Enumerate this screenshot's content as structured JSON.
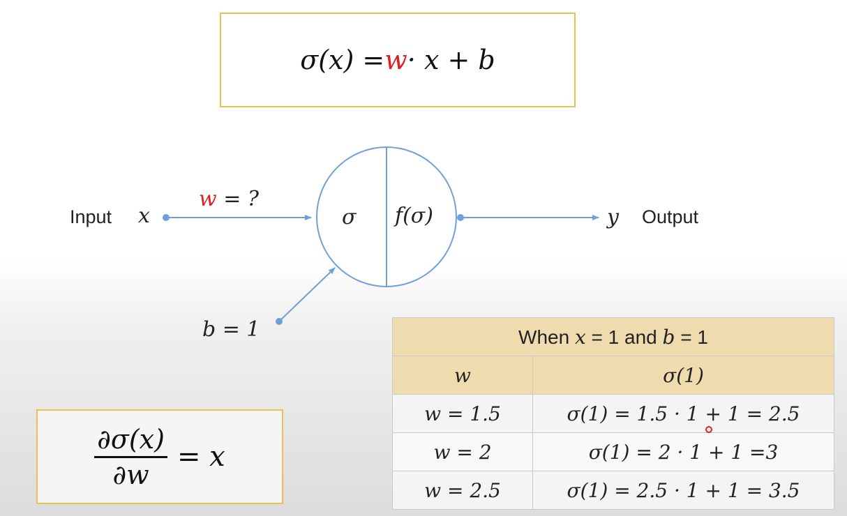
{
  "top_formula": {
    "lhs": "σ(x) = ",
    "w": "w",
    "rhs": " · x + b"
  },
  "diagram": {
    "input_label": "Input",
    "input_var": "x",
    "weight_var": "w",
    "weight_value": " = ?",
    "bias_label": "b = 1",
    "sum_symbol": "σ",
    "activation": "f(σ)",
    "output_var": "y",
    "output_label": "Output",
    "line_color": "#6f9fd8"
  },
  "derivative": {
    "numerator": "∂σ(x)",
    "denominator": "∂w",
    "rhs": "= x"
  },
  "table": {
    "caption": {
      "pre": "When ",
      "x": "x",
      "mid1": " = 1 and ",
      "b": "b",
      "mid2": " = 1"
    },
    "headers": [
      "w",
      "σ(1)"
    ],
    "rows": [
      {
        "w": "w = 1.5",
        "sigma": "σ(1) = 1.5 · 1 + 1 = 2.5"
      },
      {
        "w": "w = 2",
        "sigma": "σ(1) = 2 · 1 + 1 =3"
      },
      {
        "w": "w = 2.5",
        "sigma": "σ(1) = 2.5 · 1 + 1 = 3.5"
      }
    ],
    "header_color": "#efdcae"
  }
}
